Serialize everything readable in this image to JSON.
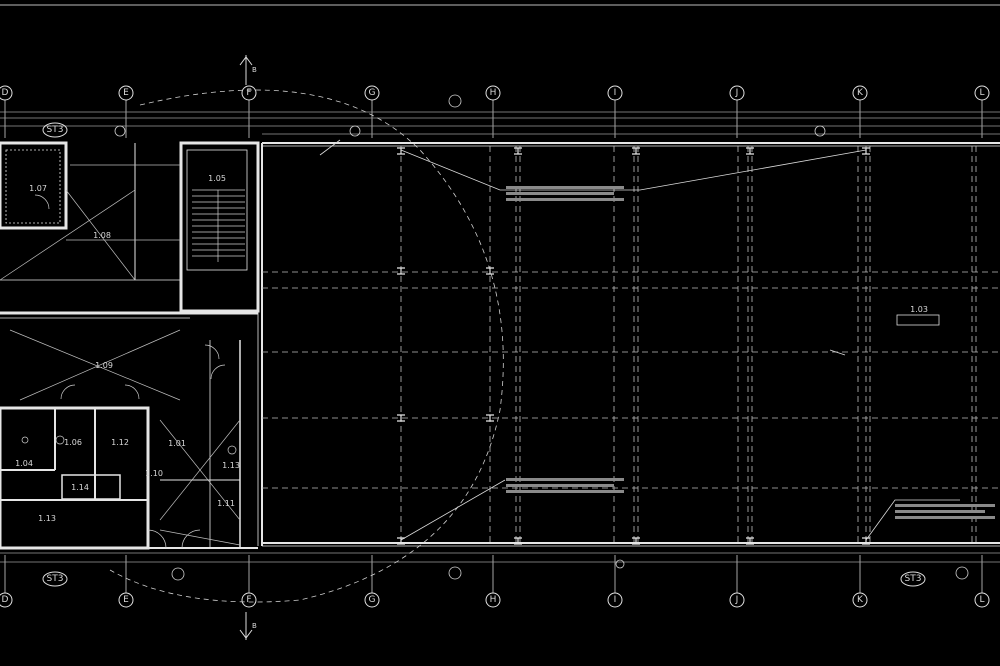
{
  "grid_columns": [
    "D",
    "E",
    "F",
    "G",
    "H",
    "I",
    "J",
    "K",
    "L"
  ],
  "section_markers": [
    "ST3",
    "ST3"
  ],
  "section_cut_labels": [
    "B",
    "B"
  ],
  "rooms": [
    {
      "id": "r107",
      "label": "1.07"
    },
    {
      "id": "r108",
      "label": "1.08"
    },
    {
      "id": "r105",
      "label": "1.05"
    },
    {
      "id": "r109",
      "label": "1.09"
    },
    {
      "id": "r106",
      "label": "1.06"
    },
    {
      "id": "r112",
      "label": "1.12"
    },
    {
      "id": "r101",
      "label": "1.01"
    },
    {
      "id": "r104",
      "label": "1.04"
    },
    {
      "id": "r110",
      "label": "1.10"
    },
    {
      "id": "r113a",
      "label": "1.13"
    },
    {
      "id": "r114",
      "label": "1.14"
    },
    {
      "id": "r113b",
      "label": "1.13"
    },
    {
      "id": "r111",
      "label": "1.11"
    },
    {
      "id": "r103",
      "label": "1.03"
    }
  ],
  "colors": {
    "background": "#000000",
    "lines": "#e6e6e6",
    "dim_lines": "#9a9a9a"
  }
}
